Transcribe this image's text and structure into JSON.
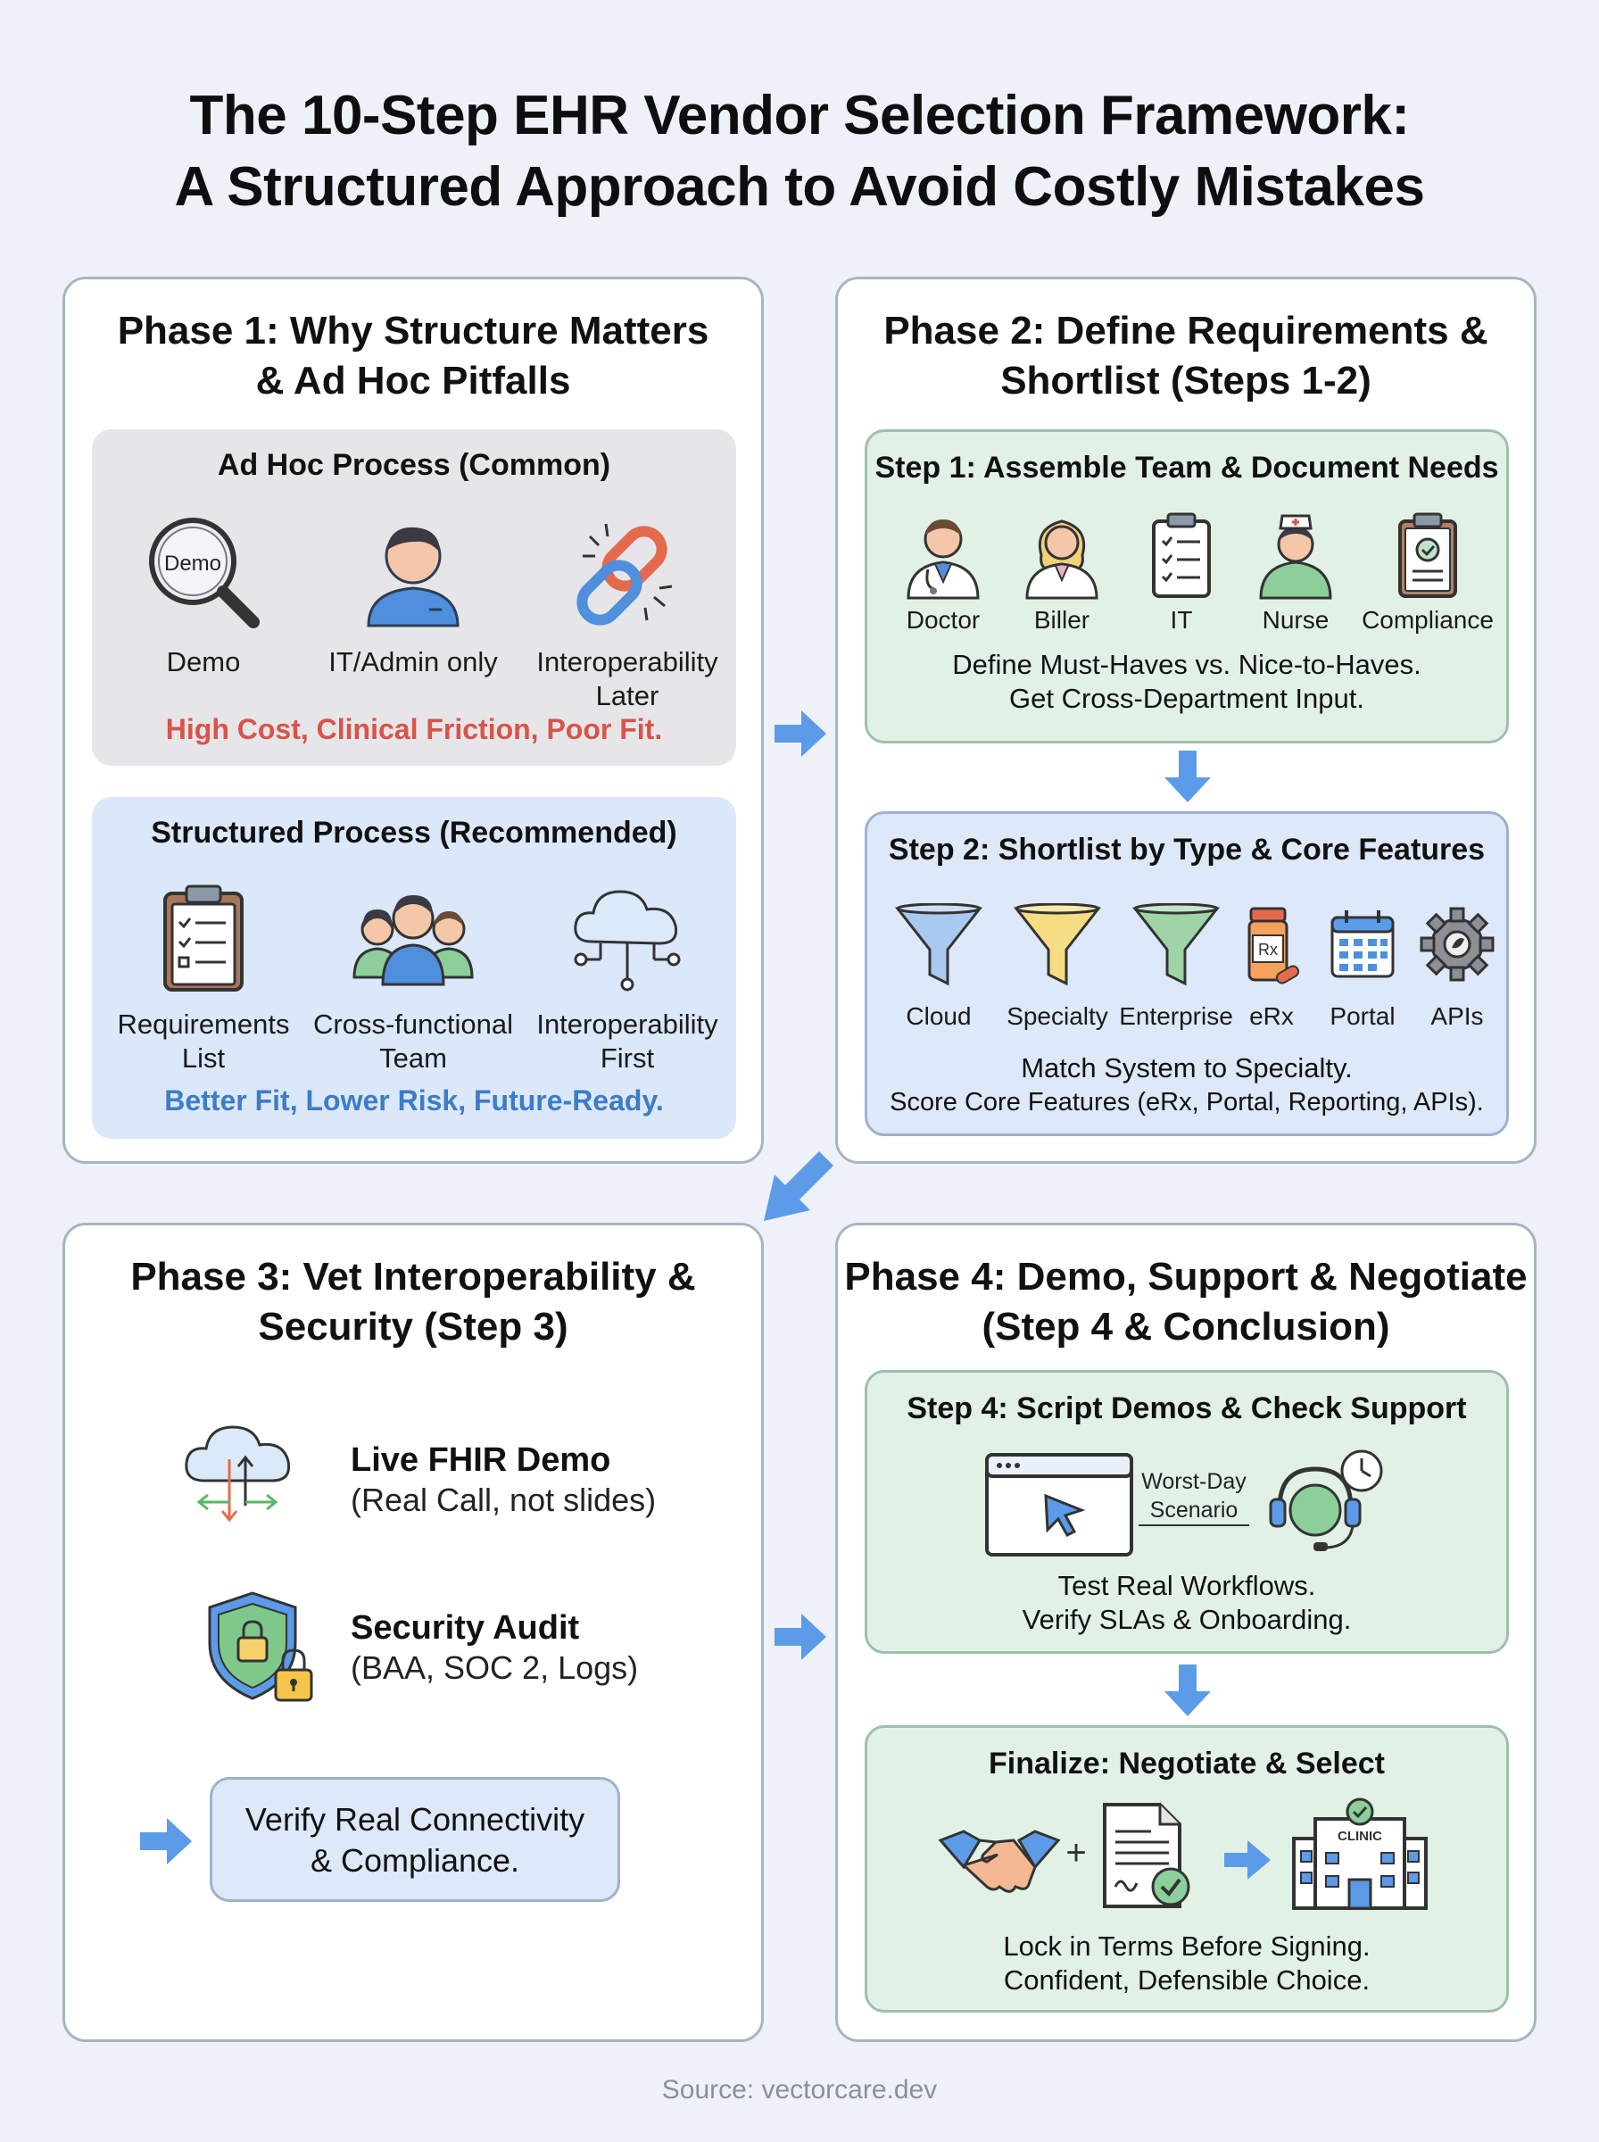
{
  "title": {
    "line1": "The 10-Step EHR Vendor Selection Framework:",
    "line2": "A Structured Approach to Avoid Costly Mistakes"
  },
  "phase1": {
    "title_line1": "Phase 1: Why Structure Matters",
    "title_line2": "& Ad Hoc Pitfalls",
    "adhoc": {
      "title": "Ad Hoc Process (Common)",
      "demo_icon_text": "Demo",
      "items": [
        "Demo",
        "IT/Admin only",
        "Interoperability\nLater"
      ],
      "note": "High Cost, Clinical Friction, Poor Fit."
    },
    "structured": {
      "title": "Structured Process (Recommended)",
      "items": [
        "Requirements\nList",
        "Cross-functional\nTeam",
        "Interoperability\nFirst"
      ],
      "note": "Better Fit, Lower Risk, Future-Ready."
    }
  },
  "phase2": {
    "title_line1": "Phase 2: Define Requirements &",
    "title_line2": "Shortlist (Steps 1-2)",
    "step1": {
      "title": "Step 1: Assemble Team & Document Needs",
      "items": [
        "Doctor",
        "Biller",
        "IT",
        "Nurse",
        "Compliance"
      ],
      "desc_line1": "Define Must-Haves vs. Nice-to-Haves.",
      "desc_line2": "Get Cross-Department Input."
    },
    "step2": {
      "title": "Step 2: Shortlist by Type & Core Features",
      "items": [
        "Cloud",
        "Specialty",
        "Enterprise",
        "eRx",
        "Portal",
        "APIs"
      ],
      "rx_text": "Rx",
      "desc_line1": "Match System to Specialty.",
      "desc_line2": "Score Core Features (eRx, Portal, Reporting, APIs)."
    }
  },
  "phase3": {
    "title_line1": "Phase 3: Vet Interoperability &",
    "title_line2": "Security (Step 3)",
    "fhir": {
      "title": "Live FHIR Demo",
      "sub": "(Real Call, not slides)"
    },
    "security": {
      "title": "Security Audit",
      "sub": "(BAA, SOC 2, Logs)"
    },
    "verify_line1": "Verify Real Connectivity",
    "verify_line2": "& Compliance."
  },
  "phase4": {
    "title_line1": "Phase 4: Demo, Support & Negotiate",
    "title_line2": "(Step 4 & Conclusion)",
    "step4": {
      "title": "Step 4: Script Demos & Check Support",
      "scenario_line1": "Worst-Day",
      "scenario_line2": "Scenario",
      "desc_line1": "Test Real Workflows.",
      "desc_line2": "Verify SLAs & Onboarding."
    },
    "finalize": {
      "title": "Finalize: Negotiate & Select",
      "plus": "+",
      "clinic_text": "CLINIC",
      "desc_line1": "Lock in Terms Before Signing.",
      "desc_line2": "Confident, Defensible Choice."
    }
  },
  "source": "Source: vectorcare.dev",
  "colors": {
    "accent_blue": "#5b9be8",
    "warning_red": "#d9534a",
    "positive_blue": "#3d7cc6",
    "green_box": "#e2f1e6",
    "blue_box": "#dde8f8"
  }
}
